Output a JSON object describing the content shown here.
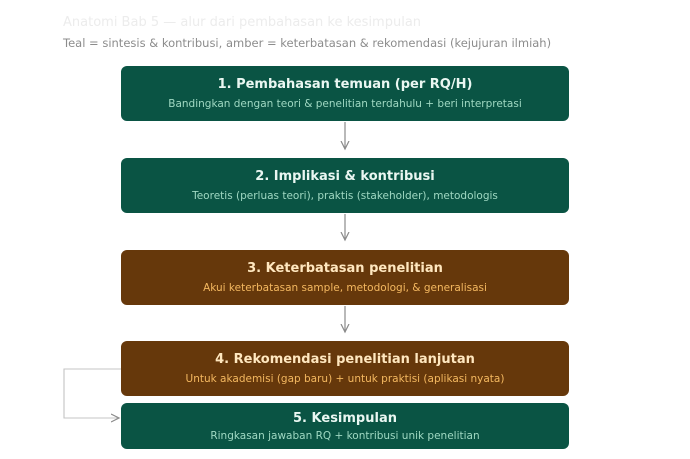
{
  "header": {
    "title": "Anatomi Bab 5 — alur dari pembahasan ke kesimpulan",
    "legend": "Teal = sintesis & kontribusi, amber = keterbatasan & rekomendasi (kejujuran ilmiah)"
  },
  "colors": {
    "teal_fill": "#0a5444",
    "amber_fill": "#66380b",
    "connector": "#8a8a8a"
  },
  "steps": [
    {
      "title": "1. Pembahasan temuan (per RQ/H)",
      "subtitle": "Bandingkan dengan teori & penelitian terdahulu + beri interpretasi",
      "kind": "teal"
    },
    {
      "title": "2. Implikasi & kontribusi",
      "subtitle": "Teoretis (perluas teori), praktis (stakeholder), metodologis",
      "kind": "teal"
    },
    {
      "title": "3. Keterbatasan penelitian",
      "subtitle": "Akui keterbatasan sample, metodologi, & generalisasi",
      "kind": "amber"
    },
    {
      "title": "4. Rekomendasi penelitian lanjutan",
      "subtitle": "Untuk akademisi (gap baru) + untuk praktisi (aplikasi nyata)",
      "kind": "amber"
    },
    {
      "title": "5. Kesimpulan",
      "subtitle": "Ringkasan jawaban RQ + kontribusi unik penelitian",
      "kind": "teal"
    }
  ]
}
